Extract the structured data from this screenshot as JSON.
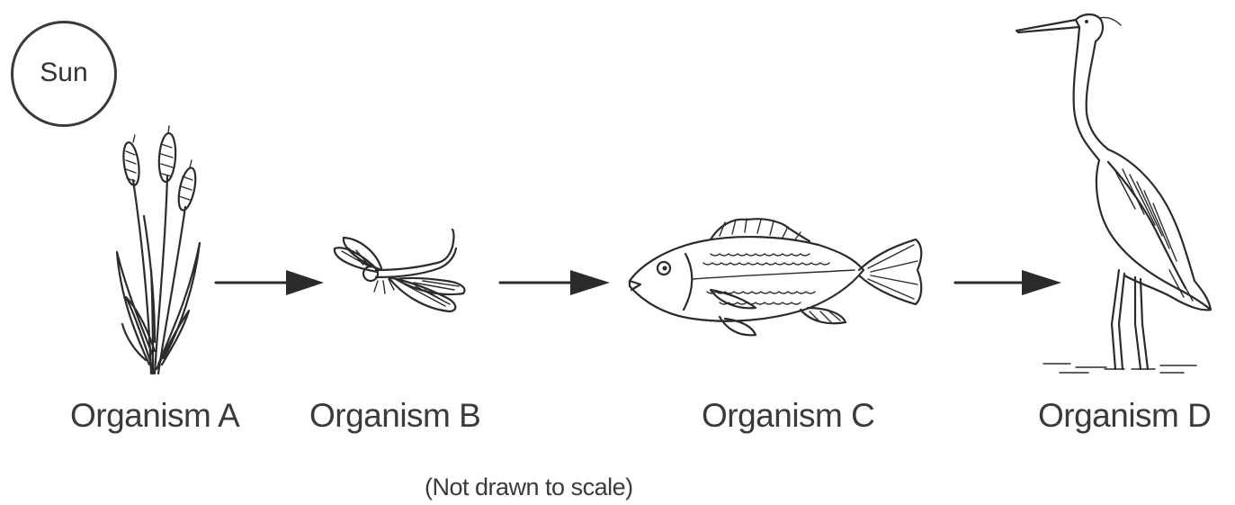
{
  "sun": {
    "label": "Sun"
  },
  "organisms": [
    {
      "label": "Organism A",
      "icon": "cattail-plant-icon"
    },
    {
      "label": "Organism B",
      "icon": "dragonfly-icon"
    },
    {
      "label": "Organism C",
      "icon": "fish-icon"
    },
    {
      "label": "Organism D",
      "icon": "heron-icon"
    }
  ],
  "arrows": [
    {
      "from": "Organism A",
      "to": "Organism B"
    },
    {
      "from": "Organism B",
      "to": "Organism C"
    },
    {
      "from": "Organism C",
      "to": "Organism D"
    }
  ],
  "note": "(Not drawn to scale)"
}
